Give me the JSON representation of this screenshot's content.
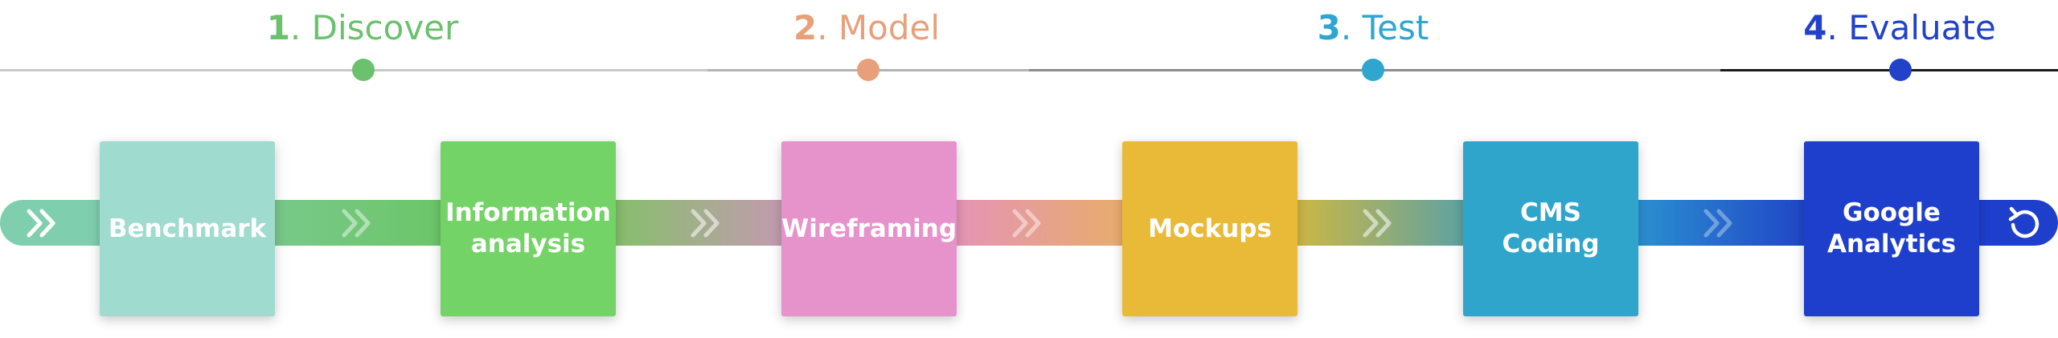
{
  "phases": [
    {
      "num": "1",
      "sep": ".",
      "label": "Discover",
      "color": "#6cc16e"
    },
    {
      "num": "2",
      "sep": ".",
      "label": "Model",
      "color": "#e8a07a"
    },
    {
      "num": "3",
      "sep": ".",
      "label": "Test",
      "color": "#2ea6cf"
    },
    {
      "num": "4",
      "sep": ".",
      "label": "Evaluate",
      "color": "#2142c9"
    }
  ],
  "steps": [
    {
      "label": "Benchmark",
      "color": "#9fdbcf"
    },
    {
      "label": "Information\nanalysis",
      "color": "#74d366"
    },
    {
      "label": "Wireframing",
      "color": "#e692cb"
    },
    {
      "label": "Mockups",
      "color": "#e9b938"
    },
    {
      "label": "CMS\nCoding",
      "color": "#2fa5cc"
    },
    {
      "label": "Google\nAnalytics",
      "color": "#1e3fcc"
    }
  ],
  "icons": {
    "start": "double-chevron-right-icon",
    "connector": "double-chevron-right-icon",
    "end": "restart-icon"
  }
}
